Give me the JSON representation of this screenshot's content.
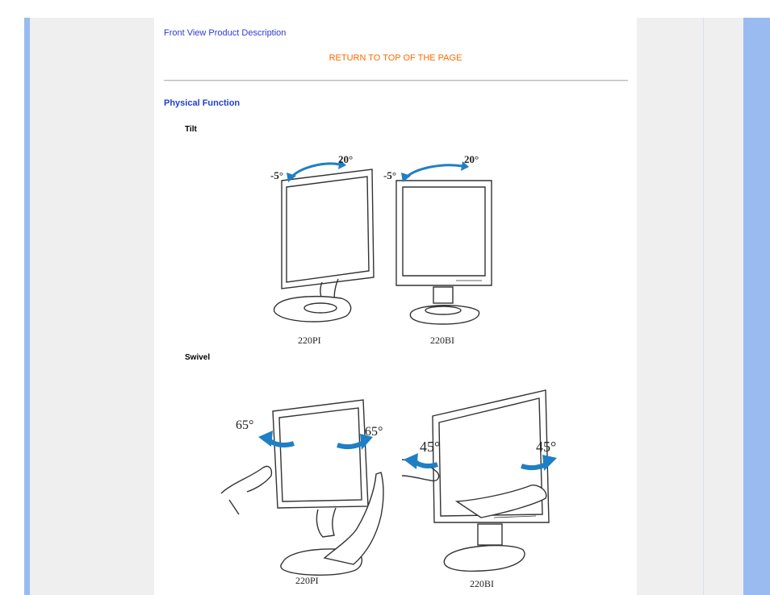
{
  "links": {
    "front_view": "Front View Product Description",
    "return_top": "RETURN TO TOP OF THE PAGE"
  },
  "section": {
    "title": "Physical Function"
  },
  "tilt": {
    "heading": "Tilt",
    "angle_back": "20°",
    "angle_front": "-5°",
    "model_left": "220PI",
    "model_right": "220BI"
  },
  "swivel": {
    "heading": "Swivel",
    "left_angle_a": "65°",
    "left_angle_b": "65°",
    "right_angle_a": "45°",
    "right_angle_b": "45°",
    "model_left": "220PI",
    "model_right": "220BI"
  },
  "colors": {
    "side_bar": "#99bbf0",
    "side_gray": "#efefef",
    "link": "#2b3bd6",
    "return_link": "#ff6a00",
    "section_title": "#1f3fd0",
    "arrow": "#1f7fc4"
  }
}
